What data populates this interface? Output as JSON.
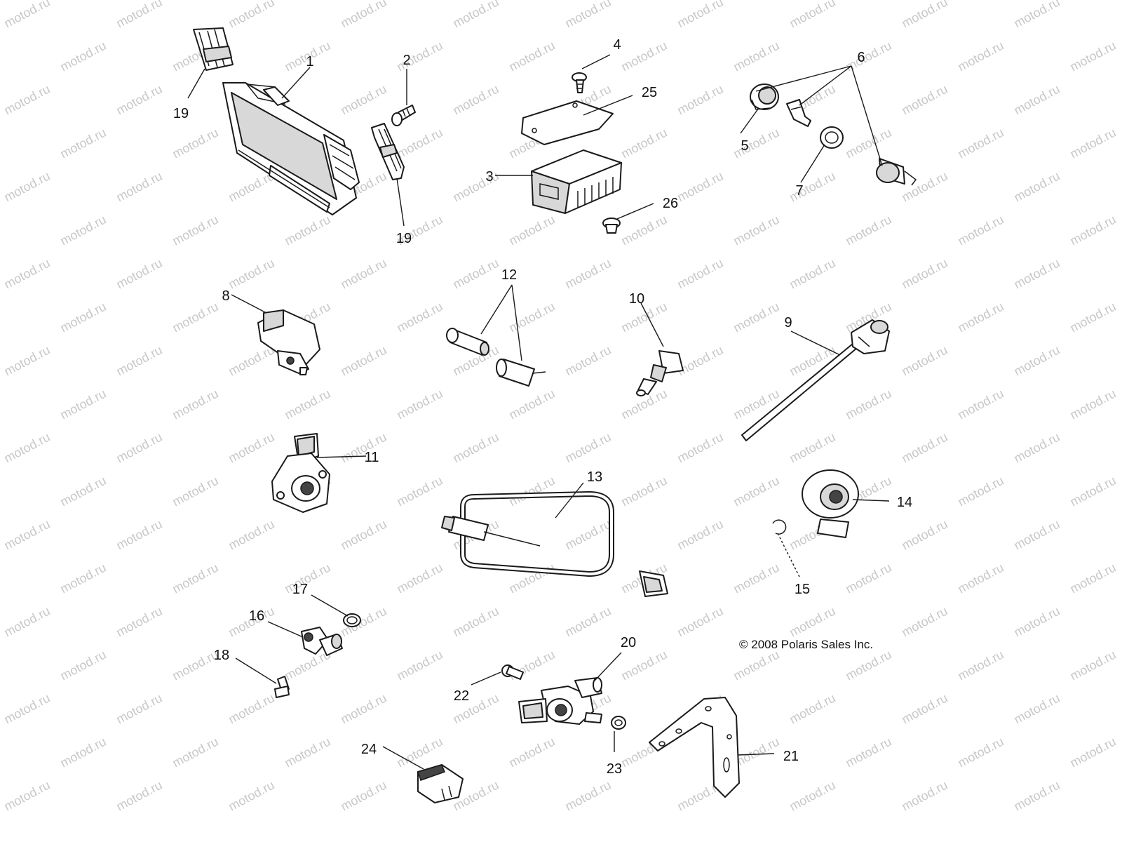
{
  "watermark": {
    "text": "motod.ru",
    "color": "#c8c8c8"
  },
  "copyright": "© 2008 Polaris Sales Inc.",
  "callouts": [
    "1",
    "2",
    "3",
    "4",
    "5",
    "6",
    "7",
    "8",
    "9",
    "10",
    "11",
    "12",
    "13",
    "14",
    "15",
    "16",
    "17",
    "18",
    "19",
    "19",
    "20",
    "21",
    "22",
    "23",
    "24",
    "25",
    "26"
  ],
  "parts": [
    {
      "ref": "1",
      "icon": "ecu-module-icon"
    },
    {
      "ref": "2",
      "icon": "bolt-icon"
    },
    {
      "ref": "3",
      "icon": "junction-box-icon"
    },
    {
      "ref": "4",
      "icon": "screw-icon"
    },
    {
      "ref": "5",
      "icon": "grommet-icon"
    },
    {
      "ref": "6",
      "icon": "sensor-assembly-icon"
    },
    {
      "ref": "7",
      "icon": "washer-icon"
    },
    {
      "ref": "8",
      "icon": "map-sensor-icon"
    },
    {
      "ref": "9",
      "icon": "temperature-probe-icon"
    },
    {
      "ref": "10",
      "icon": "temperature-sender-icon"
    },
    {
      "ref": "11",
      "icon": "throttle-position-sensor-icon"
    },
    {
      "ref": "12",
      "icon": "connector-pair-icon"
    },
    {
      "ref": "13",
      "icon": "wire-harness-icon"
    },
    {
      "ref": "14",
      "icon": "knock-sensor-icon"
    },
    {
      "ref": "15",
      "icon": "clip-icon"
    },
    {
      "ref": "16",
      "icon": "elbow-sensor-icon"
    },
    {
      "ref": "17",
      "icon": "o-ring-icon"
    },
    {
      "ref": "18",
      "icon": "bolt-icon"
    },
    {
      "ref": "19",
      "icon": "bracket-icon"
    },
    {
      "ref": "20",
      "icon": "idle-air-control-icon"
    },
    {
      "ref": "21",
      "icon": "mounting-bracket-icon"
    },
    {
      "ref": "22",
      "icon": "screw-icon"
    },
    {
      "ref": "23",
      "icon": "nut-icon"
    },
    {
      "ref": "24",
      "icon": "relay-icon"
    },
    {
      "ref": "25",
      "icon": "cover-icon"
    },
    {
      "ref": "26",
      "icon": "plug-icon"
    }
  ]
}
